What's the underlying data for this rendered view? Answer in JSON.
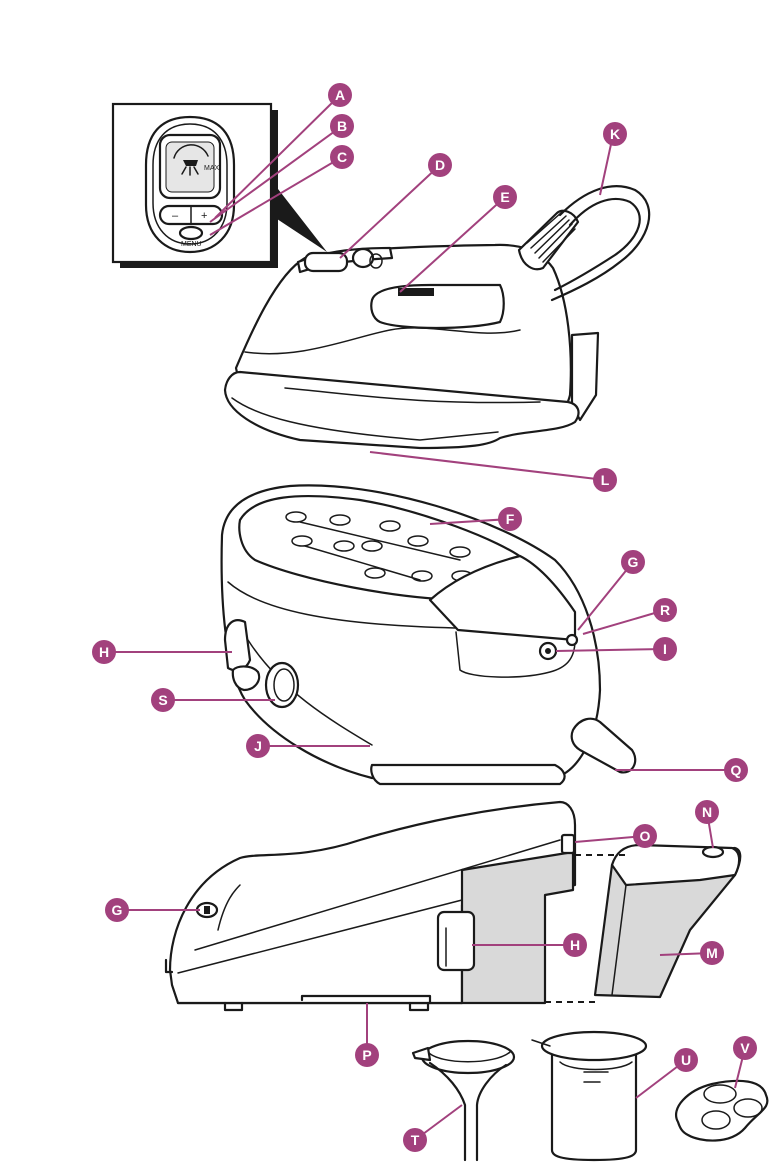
{
  "accent_color": "#a2417d",
  "inset": {
    "minus": "–",
    "plus": "+",
    "menu": "MENU",
    "max": "MAX"
  },
  "callouts": [
    {
      "id": "A",
      "label": "A"
    },
    {
      "id": "B",
      "label": "B"
    },
    {
      "id": "C",
      "label": "C"
    },
    {
      "id": "D",
      "label": "D"
    },
    {
      "id": "E",
      "label": "E"
    },
    {
      "id": "K",
      "label": "K"
    },
    {
      "id": "L",
      "label": "L"
    },
    {
      "id": "F",
      "label": "F"
    },
    {
      "id": "G1",
      "label": "G"
    },
    {
      "id": "R",
      "label": "R"
    },
    {
      "id": "I",
      "label": "I"
    },
    {
      "id": "H1",
      "label": "H"
    },
    {
      "id": "S",
      "label": "S"
    },
    {
      "id": "J",
      "label": "J"
    },
    {
      "id": "Q",
      "label": "Q"
    },
    {
      "id": "O",
      "label": "O"
    },
    {
      "id": "N",
      "label": "N"
    },
    {
      "id": "G2",
      "label": "G"
    },
    {
      "id": "H2",
      "label": "H"
    },
    {
      "id": "M",
      "label": "M"
    },
    {
      "id": "P",
      "label": "P"
    },
    {
      "id": "U",
      "label": "U"
    },
    {
      "id": "V",
      "label": "V"
    },
    {
      "id": "T",
      "label": "T"
    }
  ]
}
